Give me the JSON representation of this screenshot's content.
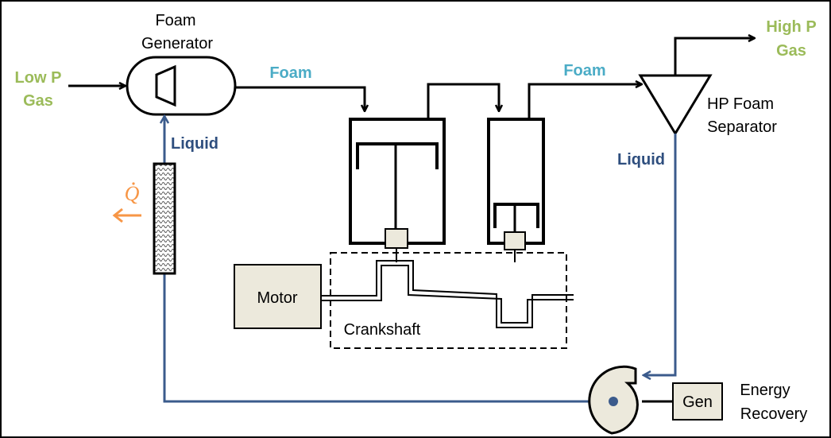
{
  "labels": {
    "foam_generator_line1": "Foam",
    "foam_generator_line2": "Generator",
    "low_p_line1": "Low P",
    "low_p_line2": "Gas",
    "foam_1": "Foam",
    "foam_2": "Foam",
    "high_p_line1": "High P",
    "high_p_line2": "Gas",
    "hp_sep_line1": "HP Foam",
    "hp_sep_line2": "Separator",
    "liquid_left": "Liquid",
    "liquid_right": "Liquid",
    "q_heat": "Q",
    "motor": "Motor",
    "crankshaft": "Crankshaft",
    "gen": "Gen",
    "energy_line1": "Energy",
    "energy_line2": "Recovery"
  },
  "colors": {
    "gas_label": "#9bbb59",
    "foam_label": "#4bacc6",
    "liquid_label": "#2e4e7e",
    "liquid_line": "#3b5b8c",
    "heat": "#f79646",
    "component_fill": "#ece9dc"
  },
  "icons": {
    "heat_arrow": "arrow-left-icon",
    "heat_exchanger": "hatched-column-icon",
    "pump": "pump-turbine-icon"
  }
}
